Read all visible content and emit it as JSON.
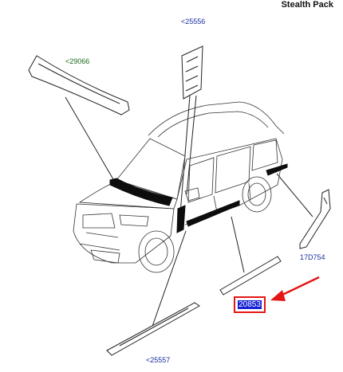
{
  "header": {
    "title": "Stealth Pack"
  },
  "callouts": {
    "top_center": "<25556",
    "top_left": "<29066",
    "right": "17D754",
    "bottom": "<25557",
    "highlighted": "20853"
  },
  "colors": {
    "callout_text": "#1a2f9c",
    "callout_green": "#1f6b1f",
    "highlight_box": "#e51616",
    "highlight_fill": "#1420d6",
    "arrow": "#e51616"
  }
}
